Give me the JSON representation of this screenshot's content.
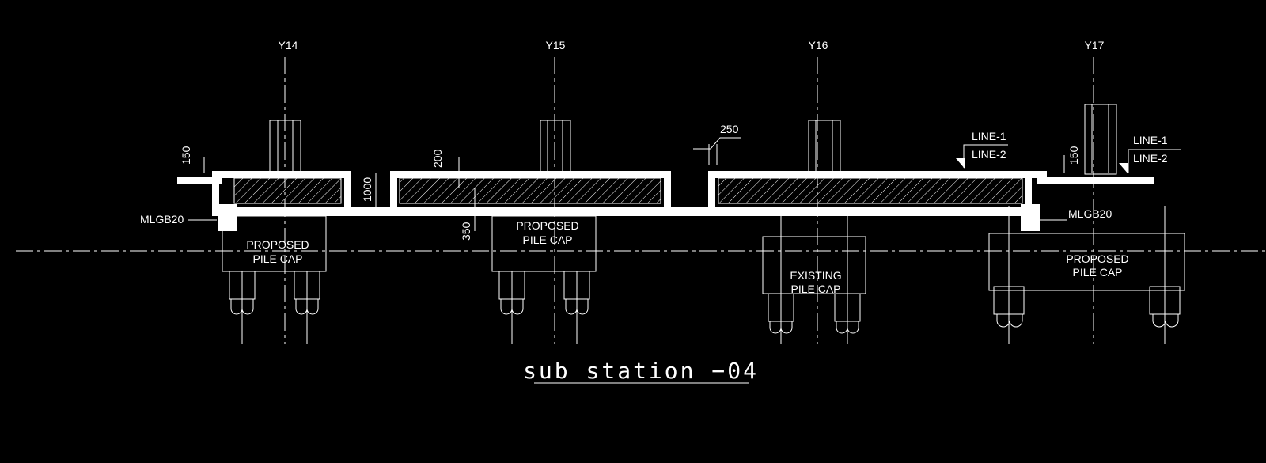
{
  "grid_labels": [
    "Y14",
    "Y15",
    "Y16",
    "Y17"
  ],
  "dimensions": {
    "d150": "150",
    "d200": "200",
    "d1000": "1000",
    "d350": "350",
    "d250": "250"
  },
  "pile_caps": {
    "proposed_1": [
      "PROPOSED",
      "PILE CAP"
    ],
    "proposed_2": [
      "PROPOSED",
      "PILE CAP"
    ],
    "existing": [
      "EXISTING",
      "PILE CAP"
    ],
    "proposed_4": [
      "PROPOSED",
      "PILE CAP"
    ]
  },
  "beam_tags": {
    "left": "MLGB20",
    "right": "MLGB20"
  },
  "section_lines": {
    "line1": "LINE-1",
    "line2": "LINE-2"
  },
  "title": "sub station −04",
  "colors": {
    "background": "#000000",
    "linework": "#ffffff"
  }
}
